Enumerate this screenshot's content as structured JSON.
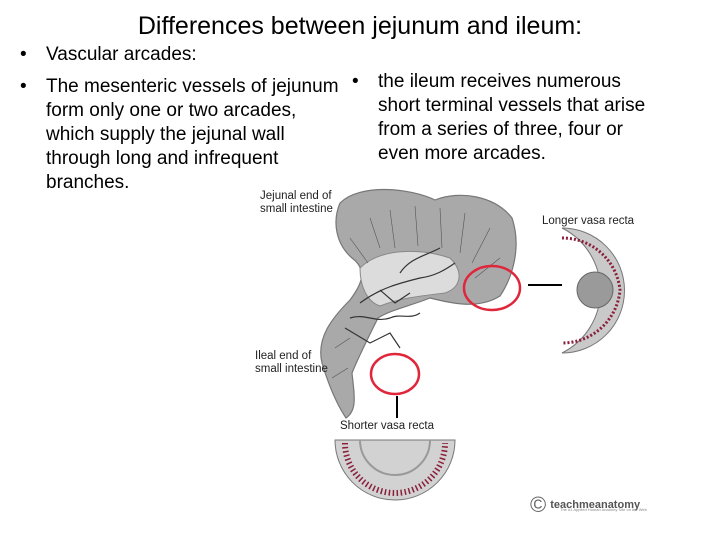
{
  "title": "Differences between jejunum and ileum:",
  "left_bullets": [
    {
      "bullet": "•",
      "text": "Vascular arcades:"
    },
    {
      "bullet": "•",
      "text": "The mesenteric vessels of jejunum form only one or two arcades, which supply the jejunal wall through long and infrequent branches."
    }
  ],
  "right_bullets": [
    {
      "bullet": "•",
      "text": "the ileum receives numerous short terminal vessels that arise from a series of three, four or even more arcades."
    }
  ],
  "figure": {
    "jejunal_label": "Jejunal end of small intestine",
    "ileal_label": "Ileal end of small intestine",
    "longer_label": "Longer vasa recta",
    "shorter_label": "Shorter vasa recta"
  },
  "logo": {
    "name": "teachmeanatomy",
    "symbol": "©",
    "tagline": "The #1 Applied Human Anatomy Site on the Web"
  },
  "colors": {
    "intestine": "#a9a9a9",
    "highlight": "#e0263b",
    "vessel": "#8a1f3a"
  }
}
